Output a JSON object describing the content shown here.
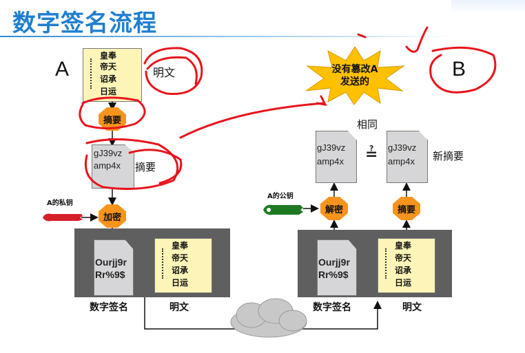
{
  "title": "数字签名流程",
  "party_a": "A",
  "party_b": "B",
  "scroll_text": [
    "皇奉",
    "帝天",
    "诏承",
    "日运"
  ],
  "plaintext": "明文",
  "digest": "摘要",
  "digest_text": [
    "gJ39vz",
    "amp4x"
  ],
  "encrypt": "加密",
  "decrypt": "解密",
  "private_key": "A的私钥",
  "public_key": "A的公钥",
  "signature_text": [
    "Ourjj9r",
    "Rr%9$"
  ],
  "signature": "数字签名",
  "burst_text": "没有篡改A发送的",
  "same": "相同",
  "new_digest": "新摘要",
  "colors": {
    "title": "#1f7fd0",
    "octagon": "#f7941d",
    "scroll": "#fdf5b8",
    "panel": "#5f5f5f",
    "ink": "#e8141c",
    "private_key": "#d6202a",
    "public_key": "#1e7a22",
    "burst": "#ffc000"
  }
}
